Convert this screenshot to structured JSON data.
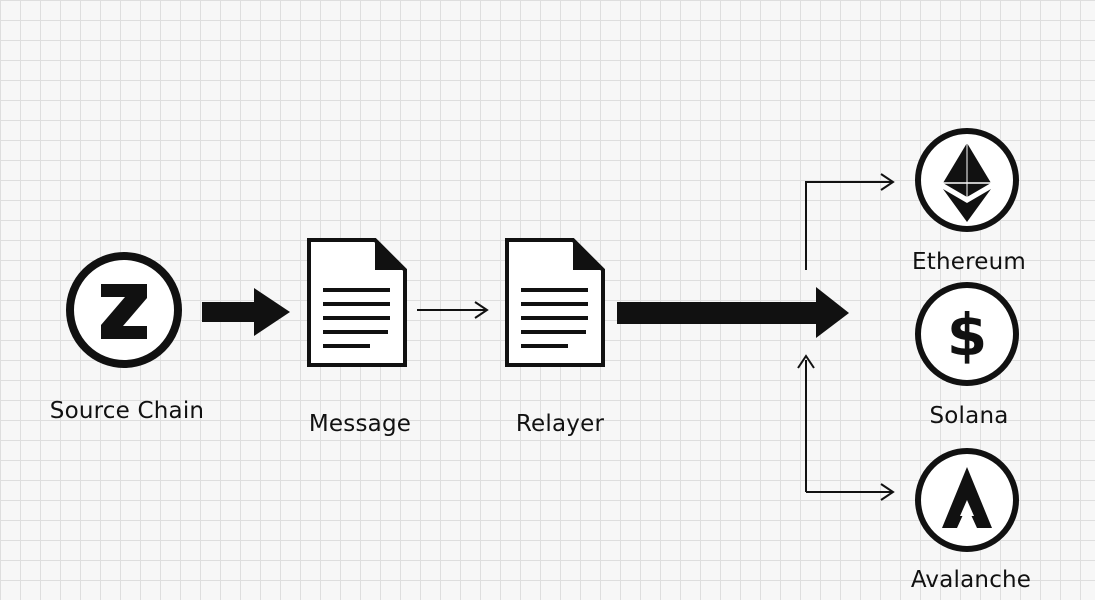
{
  "nodes": {
    "source": {
      "label": "Source Chain",
      "icon": "zeta-logo-icon"
    },
    "message": {
      "label": "Message",
      "icon": "document-icon"
    },
    "relayer": {
      "label": "Relayer",
      "icon": "document-icon"
    }
  },
  "destinations": [
    {
      "label": "Ethereum",
      "icon": "ethereum-logo-icon"
    },
    {
      "label": "Solana",
      "icon": "dollar-sign-icon"
    },
    {
      "label": "Avalanche",
      "icon": "avalanche-logo-icon"
    }
  ],
  "colors": {
    "ink": "#111111",
    "background": "#f7f7f7",
    "grid": "#dedede",
    "icon_fill": "#ffffff"
  }
}
